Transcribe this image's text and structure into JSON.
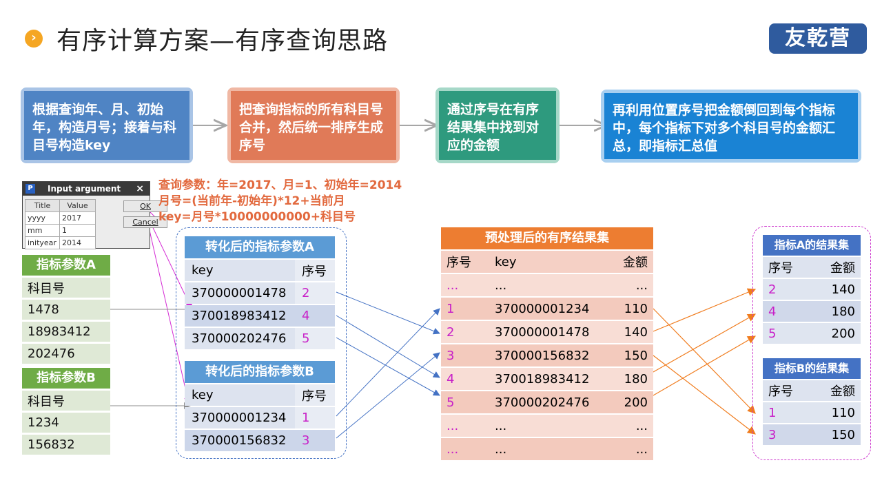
{
  "header": {
    "title": "有序计算方案—有序查询思路",
    "bullet": "›",
    "logo": "友乾营"
  },
  "steps": [
    {
      "text": "根据查询年、月、初始年，构造月号；接着与科目号构造key",
      "color": "#4f84c4",
      "border": "#a9c4e6"
    },
    {
      "text": "把查询指标的所有科目号合并，然后统一排序生成序号",
      "color": "#e07a58",
      "border": "#f0b8a4"
    },
    {
      "text": "通过序号在有序结果集中找到对应的金额",
      "color": "#2e9a7e",
      "border": "#a6d8c8"
    },
    {
      "text": "再利用位置序号把金额倒回到每个指标中，每个指标下对多个科目号的金额汇总，即指标汇总值",
      "color": "#1a83d4",
      "border": "#a8cff0"
    }
  ],
  "dialog": {
    "title": "Input argument",
    "close": "×",
    "icon": "P",
    "col_title": "Title",
    "col_value": "Value",
    "rows": [
      {
        "t": "yyyy",
        "v": "2017"
      },
      {
        "t": "mm",
        "v": "1"
      },
      {
        "t": "inityear",
        "v": "2014"
      }
    ],
    "ok": "OK",
    "cancel": "Cancel"
  },
  "params_text": [
    "查询参数：年=2017、月=1、初始年=2014",
    "月号=(当前年-初始年)*12+当前月",
    "key=月号*10000000000+科目号"
  ],
  "paramA": {
    "title": "指标参数A",
    "rows": [
      "科目号",
      "1478",
      "18983412",
      "202476"
    ]
  },
  "paramB": {
    "title": "指标参数B",
    "rows": [
      "科目号",
      "1234",
      "156832"
    ]
  },
  "convA": {
    "title": "转化后的指标参数A",
    "headers": [
      "key",
      "序号"
    ],
    "rows": [
      [
        "370000001478",
        "2"
      ],
      [
        "370018983412",
        "4"
      ],
      [
        "370000202476",
        "5"
      ]
    ]
  },
  "convB": {
    "title": "转化后的指标参数B",
    "headers": [
      "key",
      "序号"
    ],
    "rows": [
      [
        "370000001234",
        "1"
      ],
      [
        "370000156832",
        "3"
      ]
    ]
  },
  "ordered": {
    "title": "预处理后的有序结果集",
    "headers": [
      "序号",
      "key",
      "金额"
    ],
    "rows": [
      [
        "...",
        "...",
        "..."
      ],
      [
        "1",
        "370000001234",
        "110"
      ],
      [
        "2",
        "370000001478",
        "140"
      ],
      [
        "3",
        "370000156832",
        "150"
      ],
      [
        "4",
        "370018983412",
        "180"
      ],
      [
        "5",
        "370000202476",
        "200"
      ],
      [
        "...",
        "...",
        "..."
      ],
      [
        "...",
        "...",
        "..."
      ]
    ]
  },
  "resA": {
    "title": "指标A的结果集",
    "headers": [
      "序号",
      "金额"
    ],
    "rows": [
      [
        "2",
        "140"
      ],
      [
        "4",
        "180"
      ],
      [
        "5",
        "200"
      ]
    ]
  },
  "resB": {
    "title": "指标B的结果集",
    "headers": [
      "序号",
      "金额"
    ],
    "rows": [
      [
        "1",
        "110"
      ],
      [
        "3",
        "150"
      ]
    ]
  },
  "colors": {
    "arrow_blue": "#4472c4",
    "arrow_orange": "#f07c1e",
    "arrow_magenta": "#d42ad4",
    "arrow_gray": "#a6a6a6"
  }
}
